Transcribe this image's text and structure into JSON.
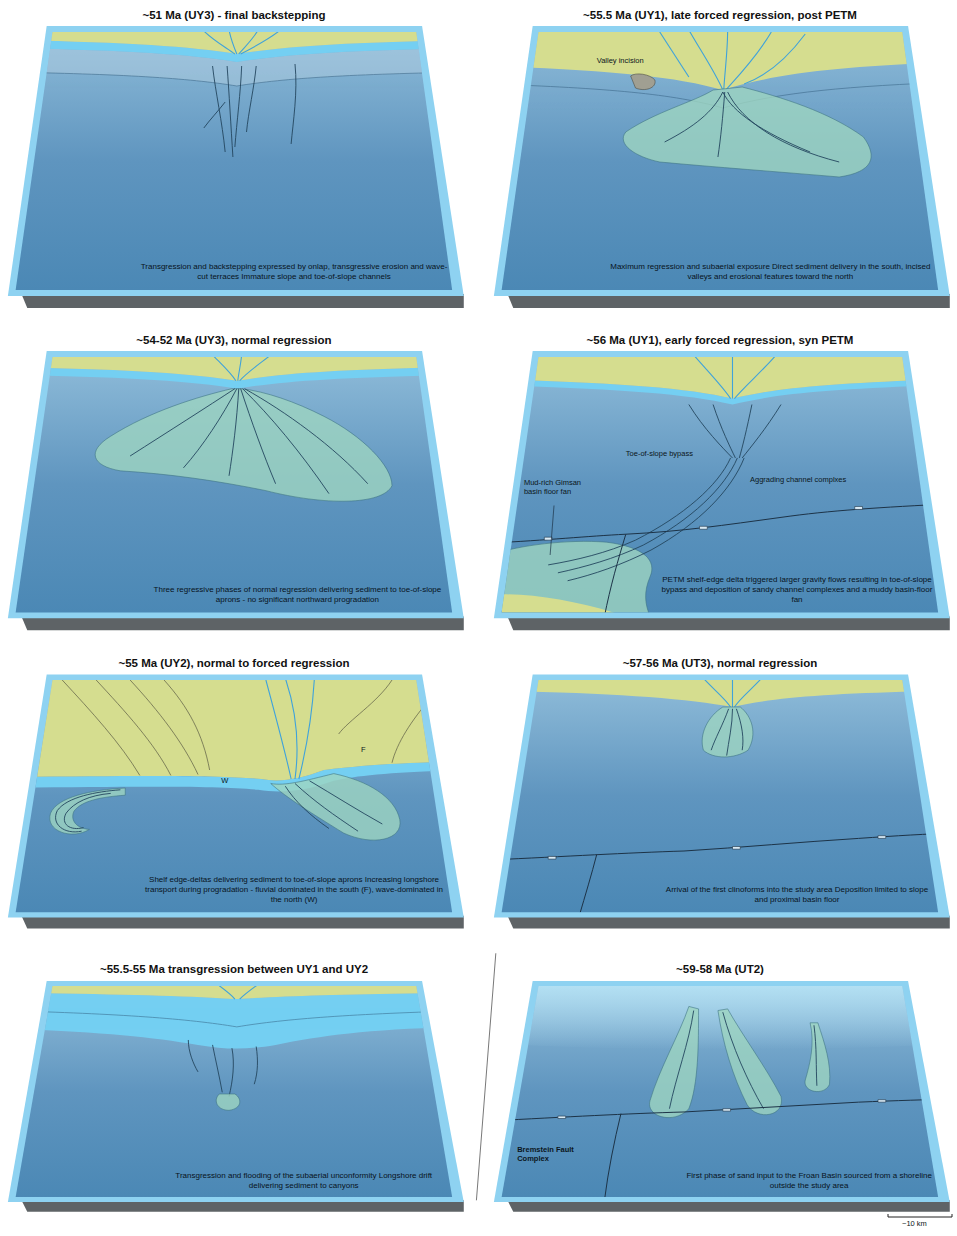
{
  "diagram": {
    "nodes": [
      {
        "text": [
          "~51 Ma (UY3) - final backstepping",
          "Transgression and backstepping expressed by onlap, transgressive erosion and wave-cut terraces Immature slope and toe-of-slope channels"
        ]
      },
      {
        "text": [
          "~55.5 Ma (UY1), late forced regression, post PETM",
          "Maximum regression and subaerial exposure Direct sediment delivery in the south, incised valleys and erosional features toward the north"
        ]
      },
      {
        "text": [
          "~54-52 Ma (UY3), normal regression",
          "Three regressive phases of normal regression delivering sediment to toe-of-slope aprons - no significant northward progradation"
        ]
      },
      {
        "text": [
          "~56 Ma (UY1), early forced regression, syn PETM",
          "PETM shelf-edge delta triggered larger gravity flows resulting in toe-of-slope bypass and deposition of sandy channel complexes and a muddy basin-floor fan"
        ]
      },
      {
        "text": [
          "~55 Ma (UY2), normal to forced regression",
          "Shelf edge-deltas delivering sediment to toe-of-slope aprons Increasing longshore transport during progradation - fluvial dominated in the south (F), wave-dominated in the north (W)"
        ]
      },
      {
        "text": [
          "~57-56 Ma (UT3), normal regression",
          "Arrival of the first clinoforms into the study area Deposition limited to slope and proximal basin floor"
        ]
      },
      {
        "text": [
          "~55.5-55 Ma transgression between UY1 and UY2",
          "Transgression and flooding of the subaerial unconformity Longshore drift delivering sediment to canyons"
        ]
      },
      {
        "text": [
          "~59-58 Ma (UT2)",
          "First phase of sand input to the Froan Basin sourced from a shoreline outside the study area"
        ]
      }
    ],
    "labels": [
      "Valley incision",
      "Toe-of-slope bypass",
      "Mud-rich Gimsan basin floor fan",
      "Aggrading channel complxes",
      "W",
      "F",
      "Bremstein Fault Complex",
      "~10 km"
    ]
  }
}
